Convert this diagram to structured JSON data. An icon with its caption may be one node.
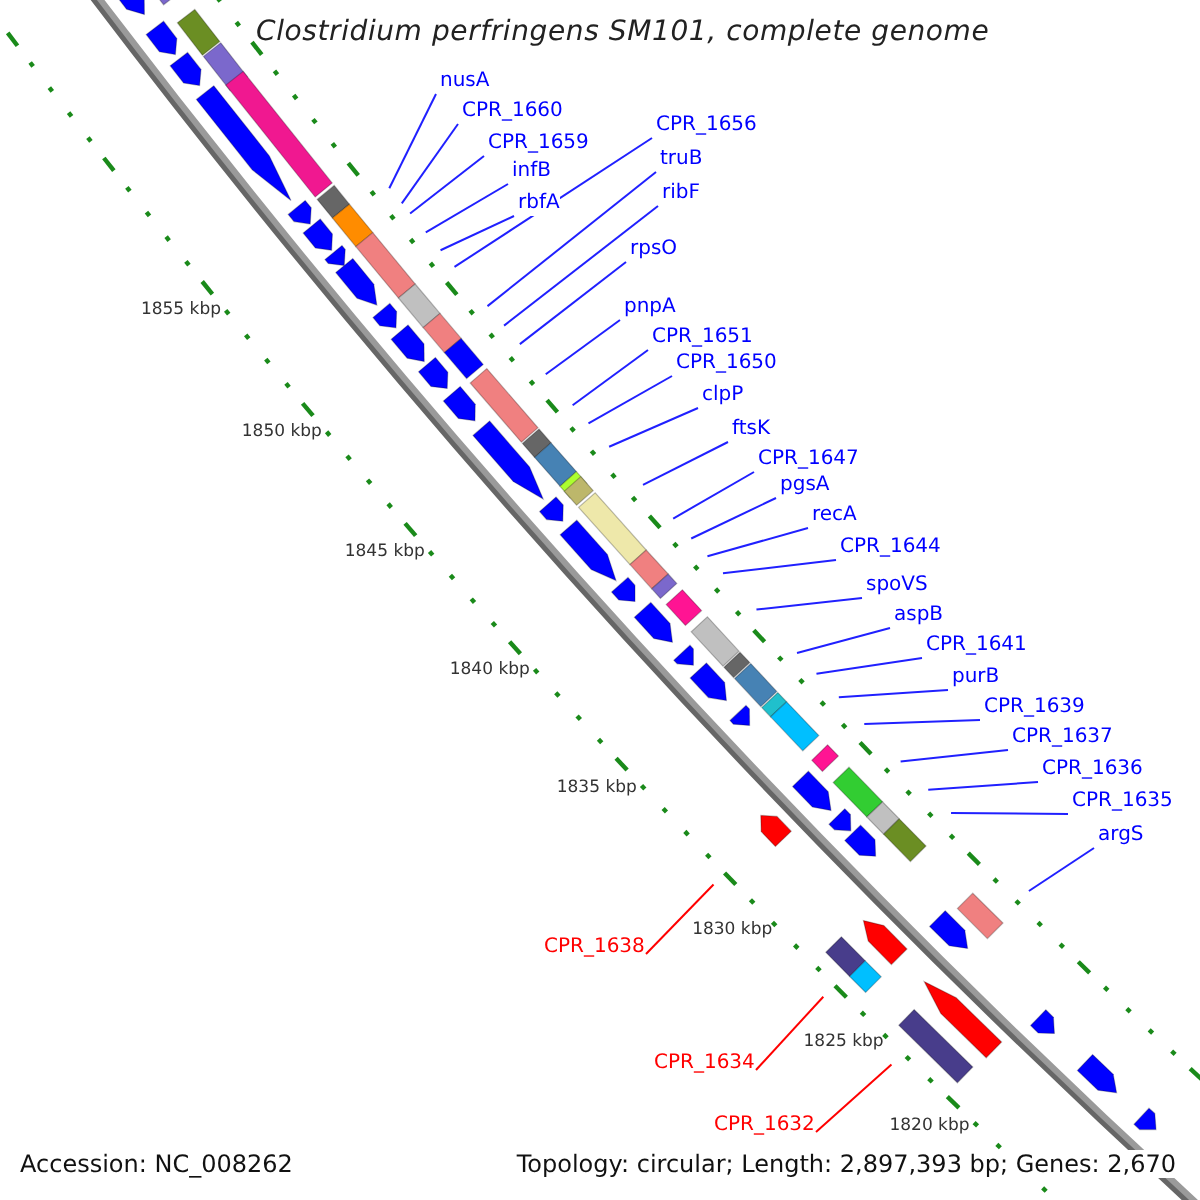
{
  "diagram": {
    "title": "Clostridium perfringens SM101, complete genome",
    "nodes": [
      {
        "text": [
          "nusA"
        ]
      },
      {
        "text": [
          "CPR_1660"
        ]
      },
      {
        "text": [
          "CPR_1659"
        ]
      },
      {
        "text": [
          "infB"
        ]
      },
      {
        "text": [
          "rbfA"
        ]
      },
      {
        "text": [
          "CPR_1656"
        ]
      },
      {
        "text": [
          "truB"
        ]
      },
      {
        "text": [
          "ribF"
        ]
      },
      {
        "text": [
          "rpsO"
        ]
      },
      {
        "text": [
          "pnpA"
        ]
      },
      {
        "text": [
          "CPR_1651"
        ]
      },
      {
        "text": [
          "CPR_1650"
        ]
      },
      {
        "text": [
          "clpP"
        ]
      },
      {
        "text": [
          "ftsK"
        ]
      },
      {
        "text": [
          "CPR_1647"
        ]
      },
      {
        "text": [
          "pgsA"
        ]
      },
      {
        "text": [
          "recA"
        ]
      },
      {
        "text": [
          "CPR_1644"
        ]
      },
      {
        "text": [
          "spoVS"
        ]
      },
      {
        "text": [
          "aspB"
        ]
      },
      {
        "text": [
          "CPR_1641"
        ]
      },
      {
        "text": [
          "purB"
        ]
      },
      {
        "text": [
          "CPR_1639"
        ]
      },
      {
        "text": [
          "CPR_1637"
        ]
      },
      {
        "text": [
          "CPR_1636"
        ]
      },
      {
        "text": [
          "CPR_1635"
        ]
      },
      {
        "text": [
          "argS"
        ]
      },
      {
        "text": [
          "CPR_1638"
        ]
      },
      {
        "text": [
          "CPR_1634"
        ]
      },
      {
        "text": [
          "CPR_1632"
        ]
      }
    ],
    "edges": [
      {
        "from": 0,
        "to": null,
        "arrow": "none"
      },
      {
        "from": 1,
        "to": null,
        "arrow": "none"
      },
      {
        "from": 2,
        "to": null,
        "arrow": "none"
      },
      {
        "from": 3,
        "to": null,
        "arrow": "none"
      },
      {
        "from": 4,
        "to": null,
        "arrow": "none"
      },
      {
        "from": 5,
        "to": null,
        "arrow": "none"
      },
      {
        "from": 6,
        "to": null,
        "arrow": "none"
      },
      {
        "from": 7,
        "to": null,
        "arrow": "none"
      },
      {
        "from": 8,
        "to": null,
        "arrow": "none"
      },
      {
        "from": 9,
        "to": null,
        "arrow": "none"
      },
      {
        "from": 10,
        "to": null,
        "arrow": "none"
      },
      {
        "from": 11,
        "to": null,
        "arrow": "none"
      },
      {
        "from": 12,
        "to": null,
        "arrow": "none"
      },
      {
        "from": 13,
        "to": null,
        "arrow": "none"
      },
      {
        "from": 14,
        "to": null,
        "arrow": "none"
      },
      {
        "from": 15,
        "to": null,
        "arrow": "none"
      },
      {
        "from": 16,
        "to": null,
        "arrow": "none"
      },
      {
        "from": 17,
        "to": null,
        "arrow": "none"
      },
      {
        "from": 18,
        "to": null,
        "arrow": "none"
      },
      {
        "from": 19,
        "to": null,
        "arrow": "none"
      },
      {
        "from": 20,
        "to": null,
        "arrow": "none"
      },
      {
        "from": 21,
        "to": null,
        "arrow": "none"
      },
      {
        "from": 22,
        "to": null,
        "arrow": "none"
      },
      {
        "from": 23,
        "to": null,
        "arrow": "none"
      },
      {
        "from": 24,
        "to": null,
        "arrow": "none"
      },
      {
        "from": 25,
        "to": null,
        "arrow": "none"
      },
      {
        "from": 26,
        "to": null,
        "arrow": "none"
      },
      {
        "from": 27,
        "to": null,
        "arrow": "none",
        "color": "#ff0000"
      },
      {
        "from": 28,
        "to": null,
        "arrow": "none",
        "color": "#ff0000"
      },
      {
        "from": 29,
        "to": null,
        "arrow": "none",
        "color": "#ff0000"
      }
    ],
    "labels": [
      "1855 kbp",
      "1850 kbp",
      "1845 kbp",
      "1840 kbp",
      "1835 kbp",
      "1830 kbp",
      "1825 kbp",
      "1820 kbp",
      "Accession: NC_008262",
      "Topology: circular; Length: 2,897,393 bp; Genes: 2,670"
    ]
  }
}
